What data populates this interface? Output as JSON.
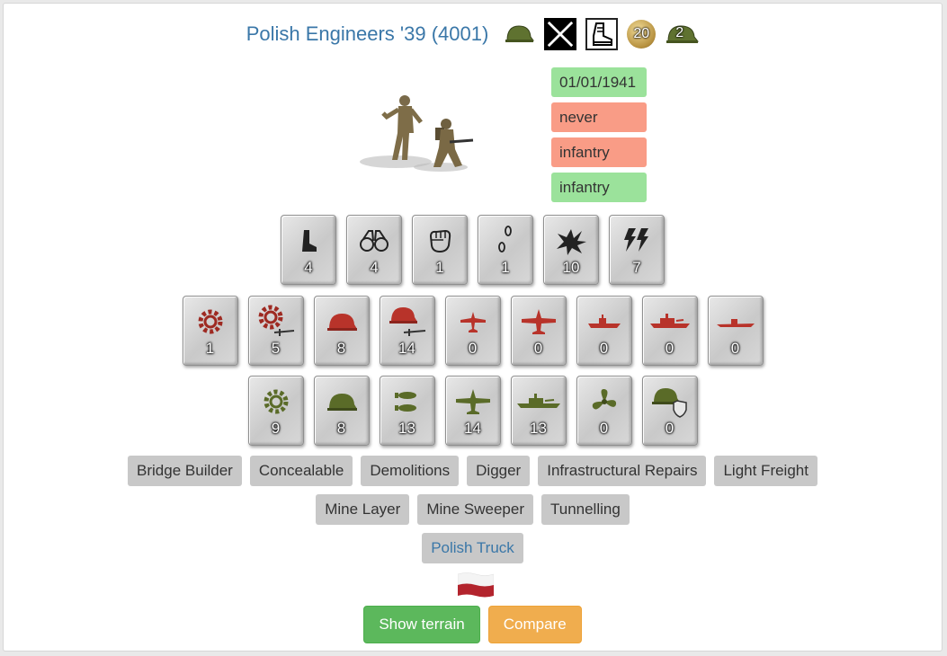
{
  "header": {
    "title": "Polish Engineers '39 (4001)",
    "cost": "20",
    "crew": "2"
  },
  "dates": {
    "available": "01/01/1941",
    "retired": "never"
  },
  "class_tags": [
    "infantry",
    "infantry"
  ],
  "colors": {
    "title": "#3a77a8",
    "tag_green": "#9be29b",
    "tag_red": "#f99c86",
    "button_green": "#5cb85c",
    "button_orange": "#f0ad4e"
  },
  "movement_stats": [
    {
      "icon": "boot-icon",
      "value": "4"
    },
    {
      "icon": "binoculars-icon",
      "value": "4"
    },
    {
      "icon": "fist-icon",
      "value": "1"
    },
    {
      "icon": "footprints-icon",
      "value": "1"
    },
    {
      "icon": "explosion-icon",
      "value": "10"
    },
    {
      "icon": "lightning-icon",
      "value": "7"
    }
  ],
  "attack_stats": [
    {
      "icon": "gear-icon",
      "value": "1"
    },
    {
      "icon": "gear-dagger-icon",
      "value": "5"
    },
    {
      "icon": "helmet-icon",
      "value": "8"
    },
    {
      "icon": "helmet-dagger-icon",
      "value": "14"
    },
    {
      "icon": "fighter-plane-icon",
      "value": "0"
    },
    {
      "icon": "bomber-plane-icon",
      "value": "0"
    },
    {
      "icon": "ship-icon",
      "value": "0"
    },
    {
      "icon": "battleship-icon",
      "value": "0"
    },
    {
      "icon": "submarine-icon",
      "value": "0"
    }
  ],
  "defense_stats": [
    {
      "icon": "gear-icon",
      "value": "9"
    },
    {
      "icon": "helmet-icon",
      "value": "8"
    },
    {
      "icon": "bombs-icon",
      "value": "13"
    },
    {
      "icon": "plane-icon",
      "value": "14"
    },
    {
      "icon": "battleship-icon",
      "value": "13"
    },
    {
      "icon": "propeller-icon",
      "value": "0"
    },
    {
      "icon": "helmet-shield-icon",
      "value": "0"
    }
  ],
  "traits_row1": [
    "Bridge Builder",
    "Concealable",
    "Demolitions",
    "Digger",
    "Infrastructural Repairs",
    "Light Freight"
  ],
  "traits_row2": [
    "Mine Layer",
    "Mine Sweeper",
    "Tunnelling"
  ],
  "transport": "Polish Truck",
  "buttons": {
    "show_terrain": "Show terrain",
    "compare": "Compare"
  }
}
